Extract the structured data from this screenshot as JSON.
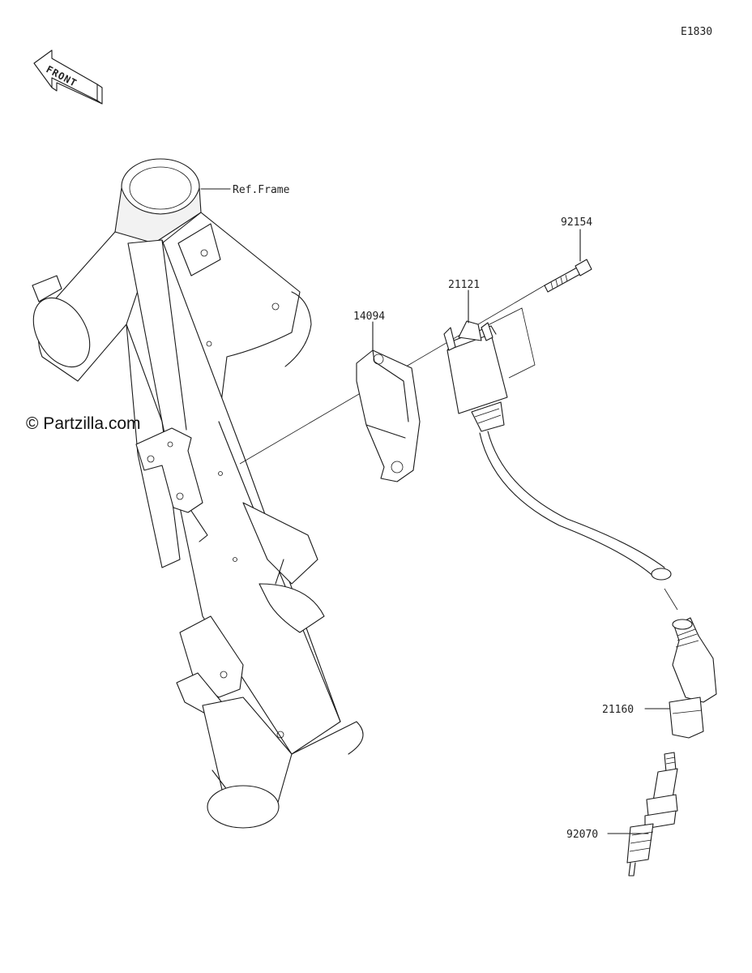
{
  "diagram": {
    "code": "E1830",
    "front_arrow": "FRONT",
    "watermark": "© Partzilla.com",
    "ref_label": "Ref.Frame",
    "parts": [
      {
        "id": "92154"
      },
      {
        "id": "21121"
      },
      {
        "id": "14094"
      },
      {
        "id": "21160"
      },
      {
        "id": "92070"
      }
    ]
  }
}
